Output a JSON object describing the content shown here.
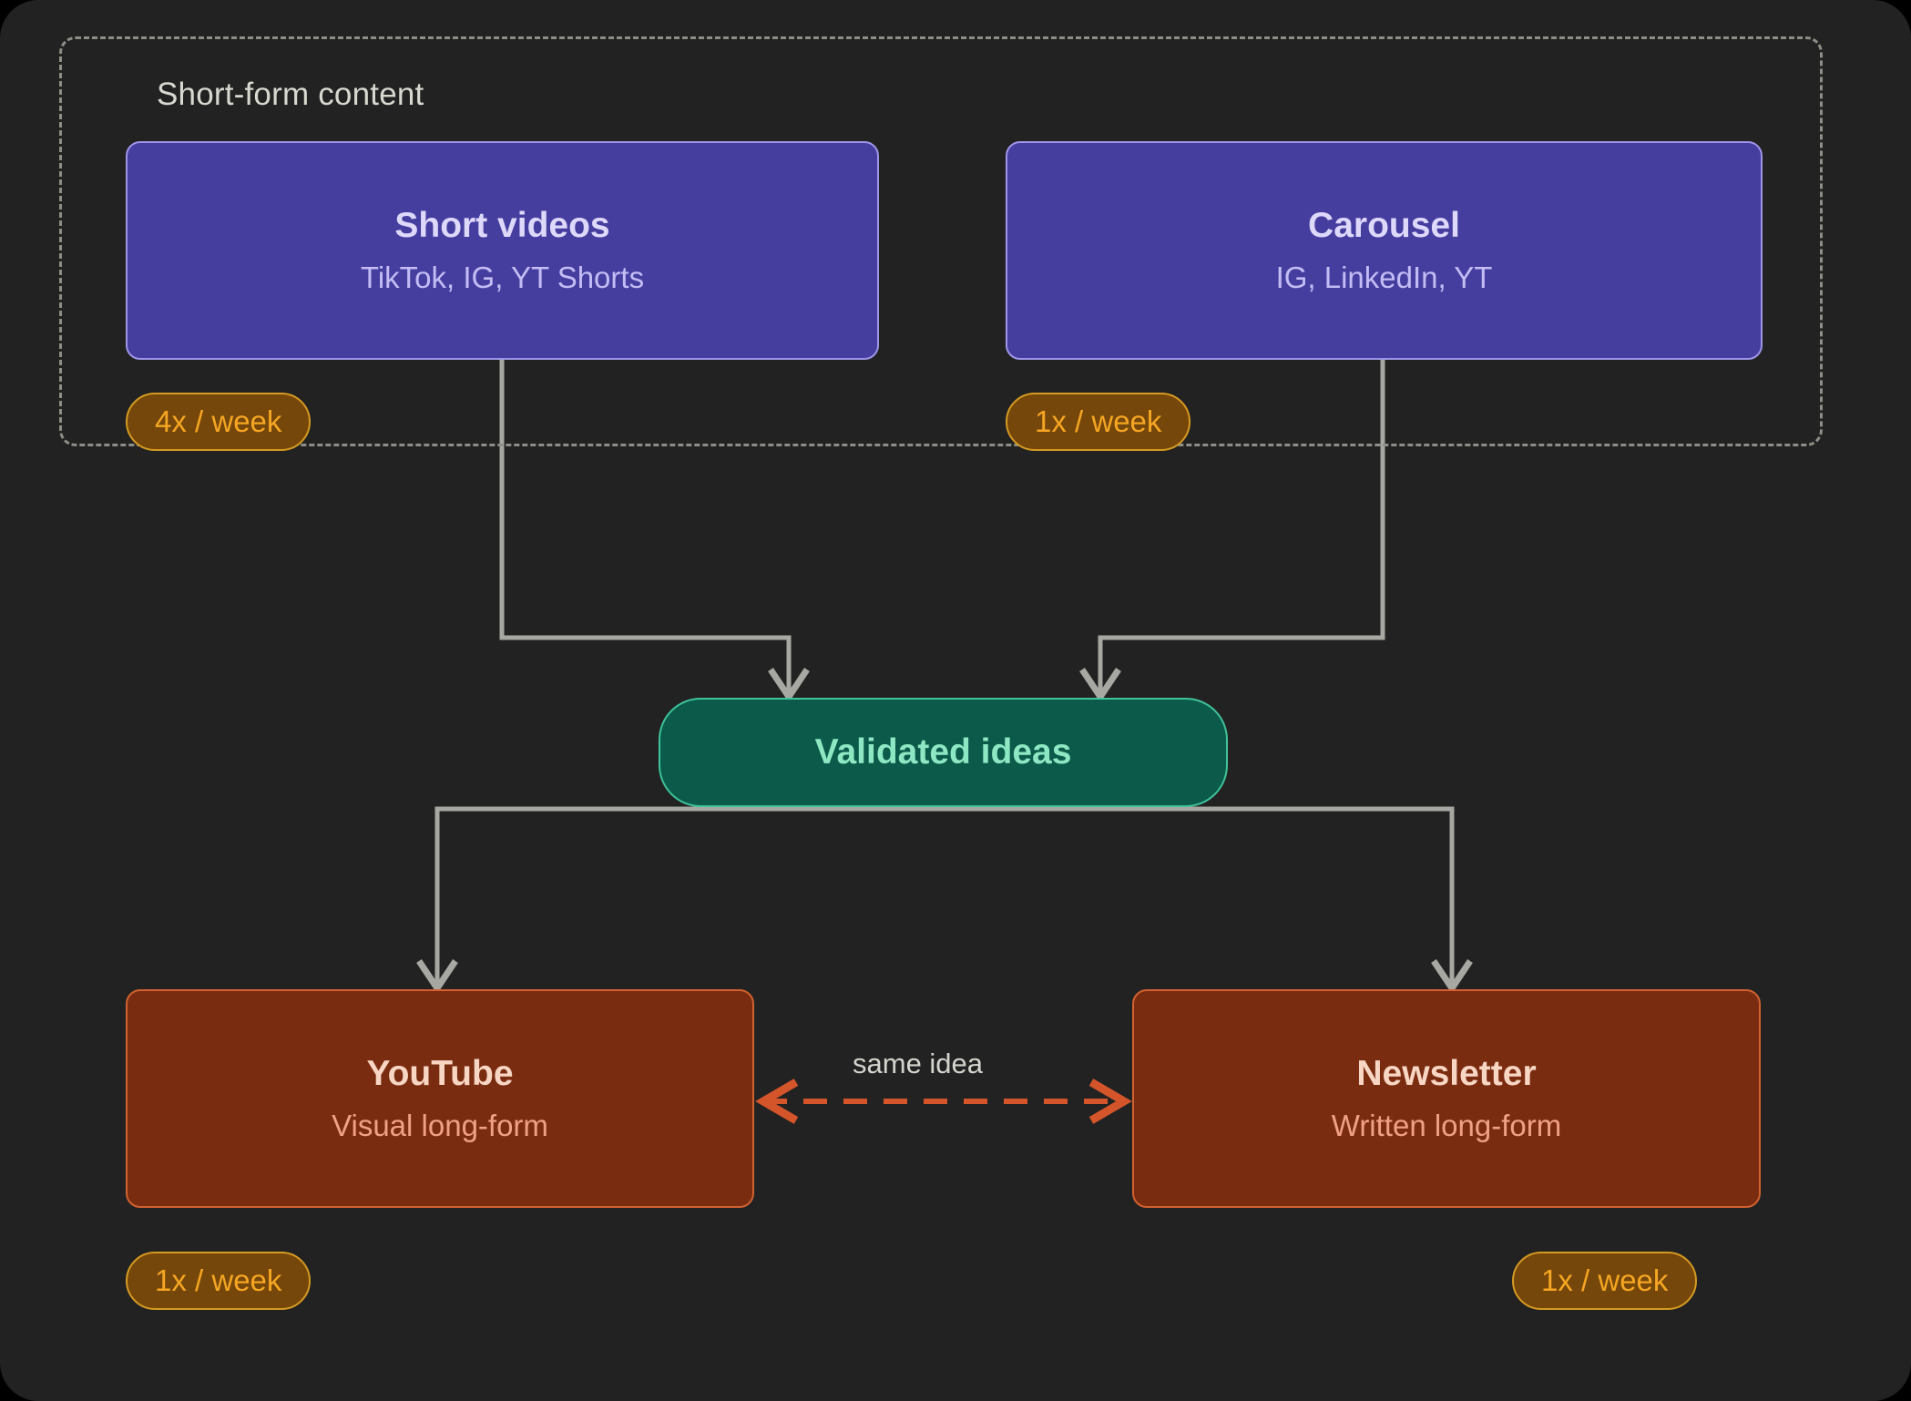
{
  "canvas": {
    "background": "#222222",
    "outer_background": "#000000"
  },
  "cluster": {
    "label": "Short-form content",
    "border_color": "#8e8e88",
    "style": "dashed"
  },
  "nodes": [
    {
      "id": "short-videos",
      "title": "Short videos",
      "subtitle": "TikTok, IG, YT Shorts",
      "fill": "#453e9e",
      "border": "#9d95e8",
      "text": "#ded9fb"
    },
    {
      "id": "carousel",
      "title": "Carousel",
      "subtitle": "IG, LinkedIn, YT",
      "fill": "#453e9e",
      "border": "#9d95e8",
      "text": "#ded9fb"
    },
    {
      "id": "validated-ideas",
      "title": "Validated ideas",
      "subtitle": "",
      "fill": "#0b5a4a",
      "border": "#3fc49b",
      "text": "#8ee7c3"
    },
    {
      "id": "youtube",
      "title": "YouTube",
      "subtitle": "Visual long-form",
      "fill": "#7a2c11",
      "border": "#d1612f",
      "text": "#f8d6c4"
    },
    {
      "id": "newsletter",
      "title": "Newsletter",
      "subtitle": "Written long-form",
      "fill": "#7a2c11",
      "border": "#d1612f",
      "text": "#f8d6c4"
    }
  ],
  "badges": [
    {
      "id": "short-videos-cadence",
      "label": "4x / week"
    },
    {
      "id": "carousel-cadence",
      "label": "1x / week"
    },
    {
      "id": "youtube-cadence",
      "label": "1x / week"
    },
    {
      "id": "newsletter-cadence",
      "label": "1x / week"
    }
  ],
  "edges": {
    "solid_color": "#a8a8a2",
    "dashed_color": "#d4552a",
    "same_idea_label": "same idea"
  }
}
